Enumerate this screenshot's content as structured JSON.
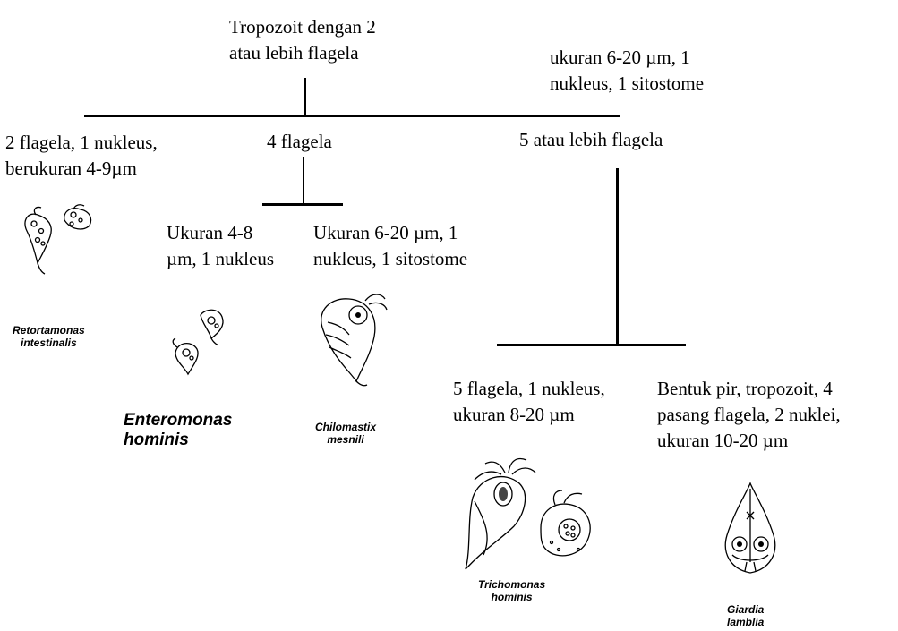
{
  "root": {
    "line1": "Tropozoit dengan 2",
    "line2": "atau lebih flagela"
  },
  "root_note": {
    "line1": "ukuran 6-20 µm, 1",
    "line2": "nukleus, 1 sitostome"
  },
  "branch_two_flagella": {
    "line1": "2 flagela, 1 nukleus,",
    "line2": "berukuran 4-9µm"
  },
  "branch_four_flagella": {
    "label": "4 flagela"
  },
  "branch_five_flagella": {
    "label": "5 atau lebih flagela"
  },
  "enteromonas_desc": {
    "line1": "Ukuran 4-8",
    "line2": "µm, 1 nukleus"
  },
  "chilomastix_desc": {
    "line1": "Ukuran 6-20 µm, 1",
    "line2": "nukleus, 1 sitostome"
  },
  "trichomonas_desc": {
    "line1": "5 flagela, 1 nukleus,",
    "line2": "ukuran 8-20 µm"
  },
  "giardia_desc": {
    "line1": "Bentuk pir, tropozoit, 4",
    "line2": "pasang flagela, 2 nuklei,",
    "line3": "ukuran 10-20 µm"
  },
  "species": {
    "retortamonas": {
      "line1": "Retortamonas",
      "line2": "intestinalis"
    },
    "enteromonas": {
      "line1": "Enteromonas",
      "line2": "hominis"
    },
    "chilomastix": {
      "line1": "Chilomastix",
      "line2": "mesnili"
    },
    "trichomonas": {
      "line1": "Trichomonas",
      "line2": "hominis"
    },
    "giardia": {
      "line1": "Giardia",
      "line2": "lamblia"
    }
  }
}
